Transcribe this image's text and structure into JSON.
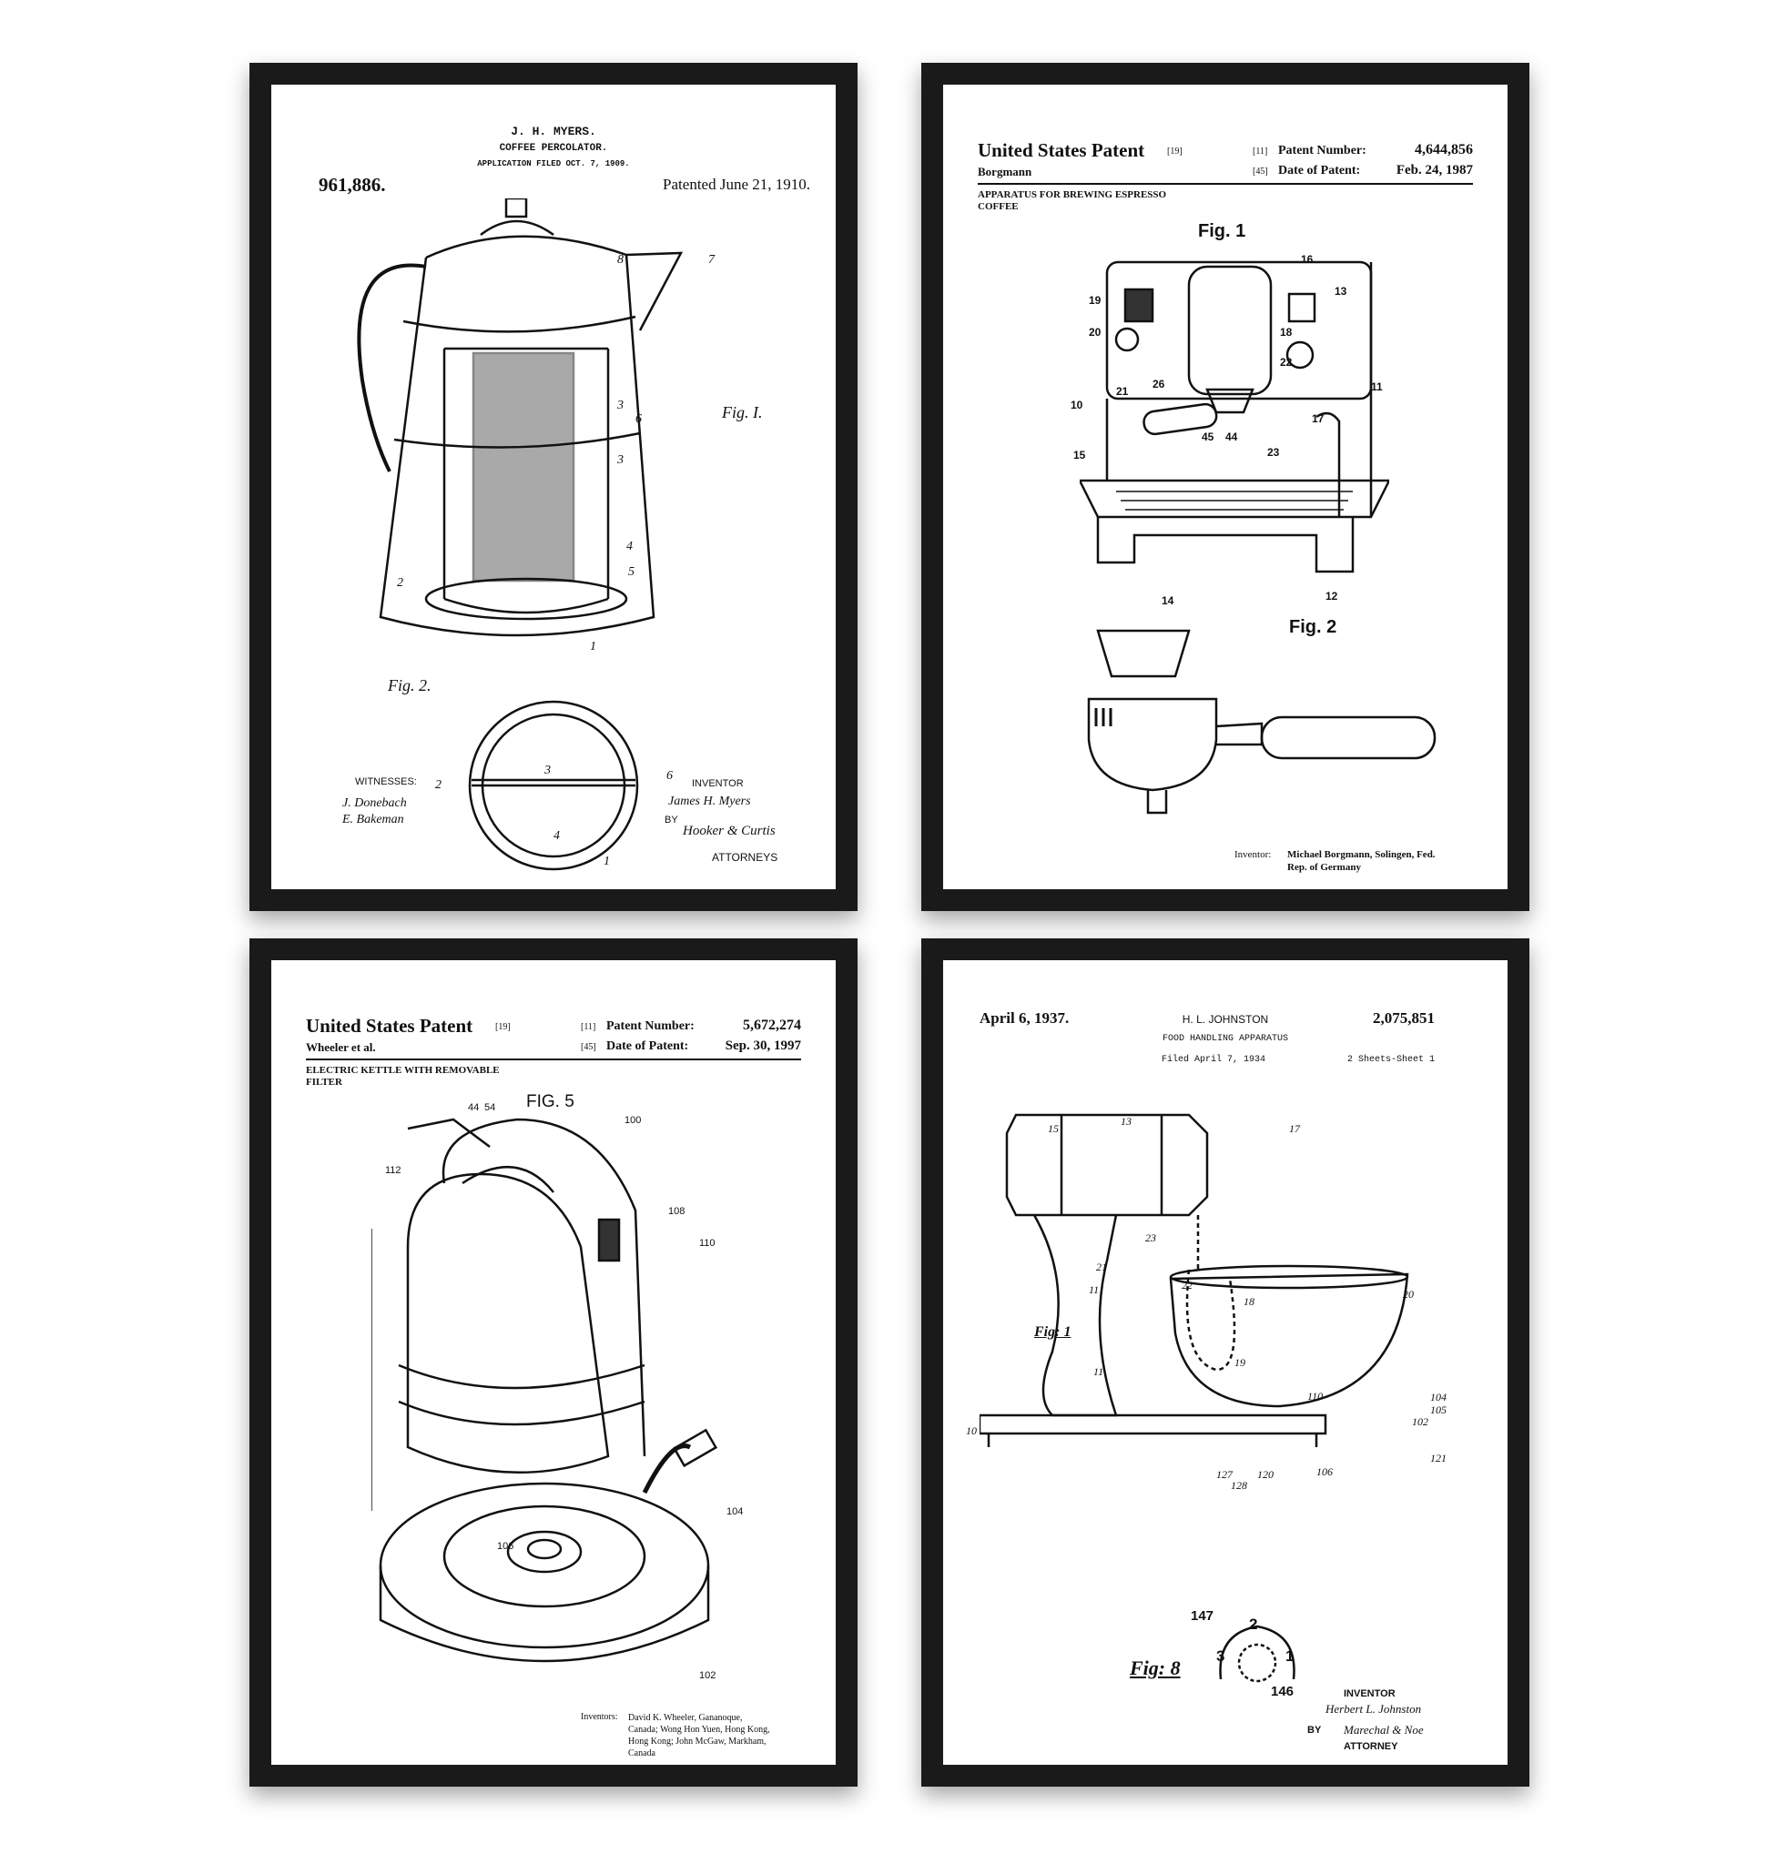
{
  "posters": [
    {
      "inventor_header": "J. H. MYERS.",
      "title": "COFFEE PERCOLATOR.",
      "application": "APPLICATION FILED OCT. 7, 1909.",
      "patent_number": "961,886.",
      "patented": "Patented June 21, 1910.",
      "fig1": "Fig. I.",
      "fig2": "Fig. 2.",
      "witnesses_label": "WITNESSES:",
      "witness_signatures": [
        "J. Donebach",
        "E. Bakeman"
      ],
      "inventor_label": "INVENTOR",
      "inventor_signature": "James H. Myers",
      "by": "BY",
      "attorney_signature": "Hooker & Curtis",
      "attorneys_label": "ATTORNEYS",
      "numerals": [
        "8",
        "7",
        "3",
        "6",
        "3",
        "4",
        "5",
        "2",
        "1",
        "2",
        "3",
        "6",
        "4",
        "1"
      ]
    },
    {
      "header": "United States Patent",
      "header_code": "[19]",
      "assignee": "Borgmann",
      "number_code": "[11]",
      "number_label": "Patent Number:",
      "patent_number": "4,644,856",
      "date_code": "[45]",
      "date_label": "Date of Patent:",
      "date": "Feb. 24, 1987",
      "title_line1": "APPARATUS FOR BREWING ESPRESSO",
      "title_line2": "COFFEE",
      "fig1": "Fig. 1",
      "fig2": "Fig. 2",
      "inventor_label": "Inventor:",
      "inventor_line1": "Michael Borgmann, Solingen, Fed.",
      "inventor_line2": "Rep. of Germany",
      "numerals": [
        "16",
        "13",
        "19",
        "18",
        "20",
        "22",
        "11",
        "21",
        "26",
        "10",
        "17",
        "45",
        "44",
        "23",
        "15",
        "14",
        "12"
      ]
    },
    {
      "header": "United States Patent",
      "header_code": "[19]",
      "assignee": "Wheeler et al.",
      "number_code": "[11]",
      "number_label": "Patent Number:",
      "patent_number": "5,672,274",
      "date_code": "[45]",
      "date_label": "Date of Patent:",
      "date": "Sep. 30, 1997",
      "title_line1": "ELECTRIC KETTLE WITH REMOVABLE",
      "title_line2": "FILTER",
      "fig": "FIG. 5",
      "inventors_label": "Inventors:",
      "inventors_lines": [
        "David K. Wheeler, Gananoque,",
        "Canada; Wong Hon Yuen, Hong Kong,",
        "Hong Kong; John McGaw, Markham,",
        "Canada"
      ],
      "numerals": [
        "44",
        "54",
        "100",
        "112",
        "108",
        "110",
        "104",
        "106",
        "102"
      ]
    },
    {
      "date": "April 6, 1937.",
      "inventor_header": "H. L. JOHNSTON",
      "patent_number": "2,075,851",
      "title": "FOOD HANDLING APPARATUS",
      "filed": "Filed April 7, 1934",
      "sheets": "2 Sheets-Sheet 1",
      "fig1": "Fig: 1",
      "fig8": "Fig: 8",
      "inventor_label": "INVENTOR",
      "inventor_signature": "Herbert L. Johnston",
      "by": "BY",
      "attorney_signature": "Marechal & Noe",
      "attorney_label": "ATTORNEY",
      "numerals": [
        "15",
        "13",
        "17",
        "23",
        "21",
        "11",
        "22",
        "18",
        "20",
        "19",
        "11",
        "10",
        "110",
        "104",
        "105",
        "102",
        "121",
        "106",
        "120",
        "127",
        "128",
        "147",
        "2",
        "3",
        "1",
        "146"
      ]
    }
  ]
}
